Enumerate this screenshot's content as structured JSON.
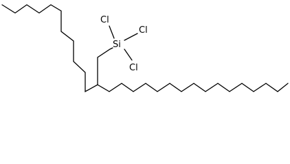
{
  "molecule": {
    "atoms": {
      "silicon": "Si",
      "chlorine_1": "Cl",
      "chlorine_2": "Cl",
      "chlorine_3": "Cl"
    }
  }
}
